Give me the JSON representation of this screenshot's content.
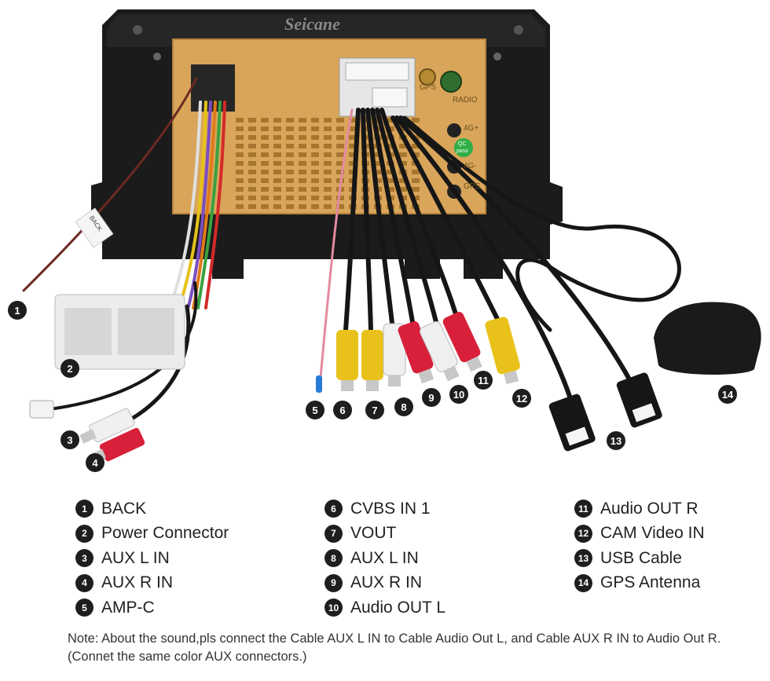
{
  "brand": "Seicane",
  "panel_labels": {
    "gps": "GPS",
    "radio": "RADIO",
    "4g_plus": "4G+",
    "4g_minus": "4G-",
    "gps_lower": "GPS",
    "qc": "QC",
    "pass": "pass",
    "back_tag": "BACK"
  },
  "callouts": [
    "1",
    "2",
    "3",
    "4",
    "5",
    "6",
    "7",
    "8",
    "9",
    "10",
    "11",
    "12",
    "13",
    "14"
  ],
  "legend": {
    "col1": [
      {
        "num": "1",
        "label": "BACK"
      },
      {
        "num": "2",
        "label": "Power Connector"
      },
      {
        "num": "3",
        "label": "AUX L IN"
      },
      {
        "num": "4",
        "label": "AUX R IN"
      },
      {
        "num": "5",
        "label": "AMP-C"
      }
    ],
    "col2": [
      {
        "num": "6",
        "label": "CVBS IN 1"
      },
      {
        "num": "7",
        "label": "VOUT"
      },
      {
        "num": "8",
        "label": "AUX L IN"
      },
      {
        "num": "9",
        "label": "AUX R IN"
      },
      {
        "num": "10",
        "label": "Audio OUT L"
      }
    ],
    "col3": [
      {
        "num": "11",
        "label": "Audio OUT R"
      },
      {
        "num": "12",
        "label": "CAM Video IN"
      },
      {
        "num": "13",
        "label": "USB Cable"
      },
      {
        "num": "14",
        "label": "GPS Antenna"
      }
    ]
  },
  "note": "Note: About the sound,pls connect the Cable AUX L IN to Cable Audio Out L, and Cable AUX R IN to Audio Out R.(Connet the same color AUX connectors.)",
  "colors": {
    "housing": "#1b1b1b",
    "chassis": "#d9a55a",
    "cable": "#161616",
    "rca_yellow": "#e8c21a",
    "rca_red": "#d8203a",
    "rca_white": "#f0f0f0",
    "badge": "#1e1e1e"
  }
}
